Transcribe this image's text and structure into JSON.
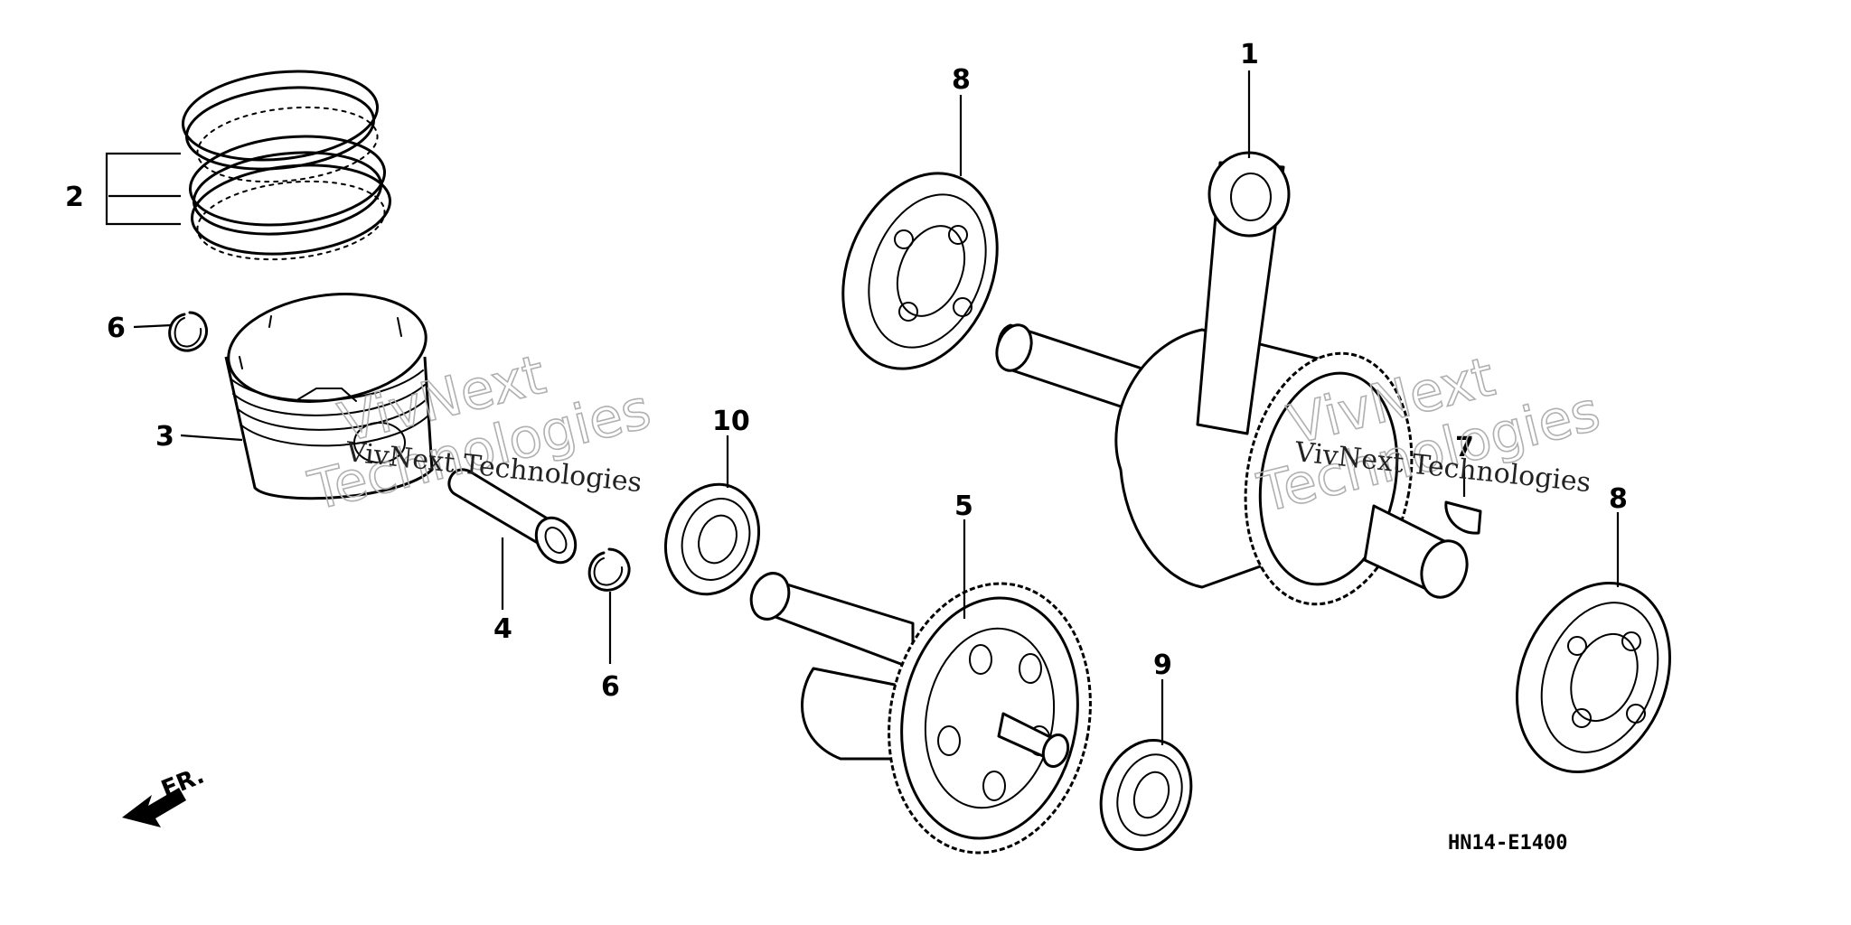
{
  "diagram": {
    "code": "HN14-E1400",
    "front_label": "FR.",
    "watermark": {
      "lines": [
        "VivNext",
        "Technologies"
      ],
      "caption": "VivNext Technologies"
    },
    "callouts": {
      "c1": "1",
      "c2": "2",
      "c3": "3",
      "c4": "4",
      "c5": "5",
      "c6a": "6",
      "c6b": "6",
      "c7": "7",
      "c8a": "8",
      "c8b": "8",
      "c9": "9",
      "c10": "10"
    },
    "colors": {
      "line": "#000000",
      "watermark": "#b0b0b0"
    }
  }
}
